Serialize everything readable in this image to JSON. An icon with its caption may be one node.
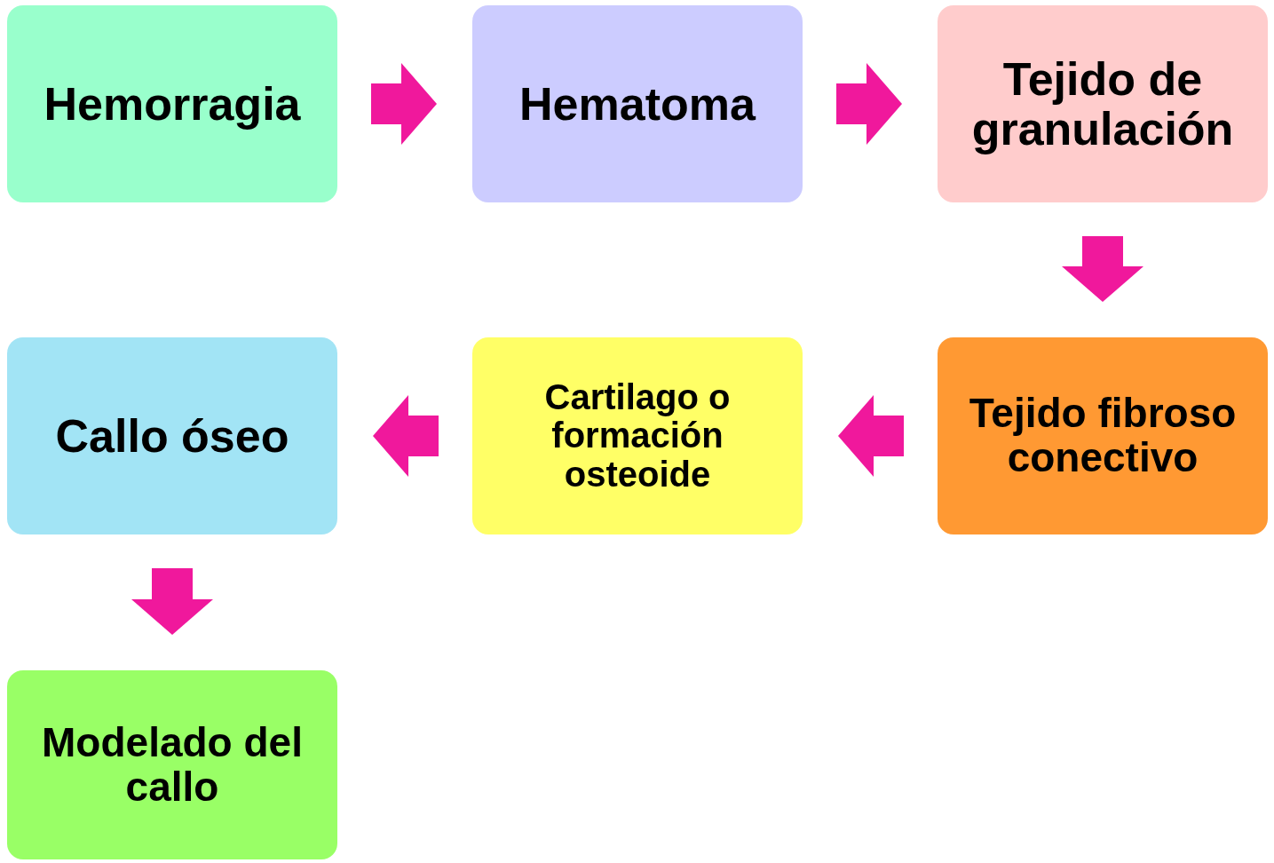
{
  "diagram": {
    "nodes": [
      {
        "text": [
          "Hemorragia"
        ]
      },
      {
        "text": [
          "Hematoma"
        ]
      },
      {
        "text": [
          "Tejido de granulación"
        ]
      },
      {
        "text": [
          "Callo óseo"
        ]
      },
      {
        "text": [
          "Cartilago o formación osteoide"
        ]
      },
      {
        "text": [
          "Tejido fibroso conectivo"
        ]
      },
      {
        "text": [
          "Modelado del callo"
        ]
      }
    ],
    "edges": [
      {
        "from": 0,
        "to": 1,
        "arrow": "to"
      },
      {
        "from": 1,
        "to": 2,
        "arrow": "to"
      },
      {
        "from": 2,
        "to": 5,
        "arrow": "to"
      },
      {
        "from": 5,
        "to": 4,
        "arrow": "to"
      },
      {
        "from": 4,
        "to": 3,
        "arrow": "to"
      },
      {
        "from": 3,
        "to": 6,
        "arrow": "to"
      }
    ]
  }
}
